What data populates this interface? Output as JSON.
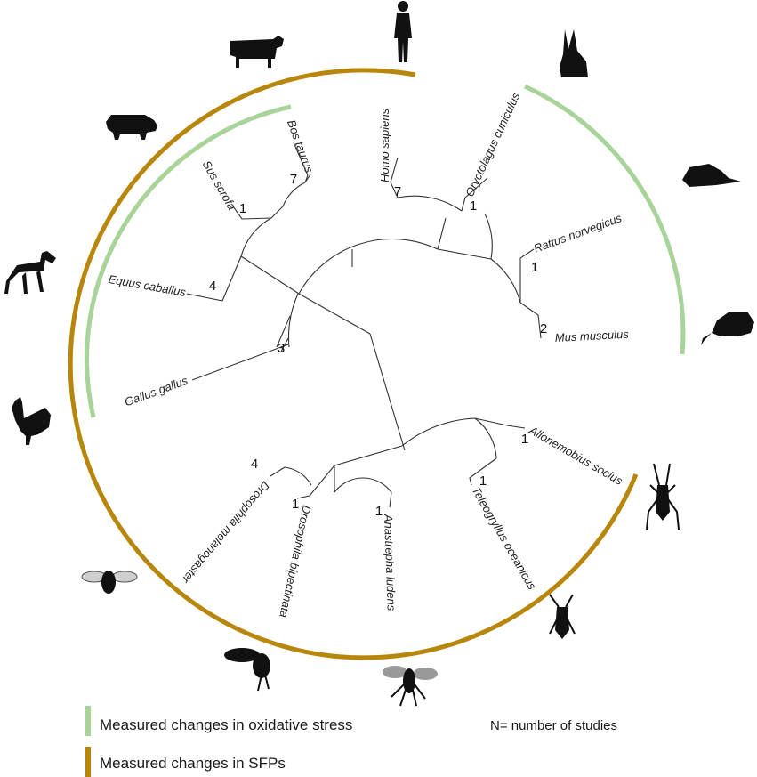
{
  "colors": {
    "oxidative_stress": "#a8d49a",
    "sfps": "#b8860b",
    "branch": "#333333",
    "silhouette": "#111111"
  },
  "species": [
    {
      "name": "Homo sapiens",
      "n": "7",
      "icon": "human-icon"
    },
    {
      "name": "Oryctolagus cuniculus",
      "n": "1",
      "icon": "rabbit-icon"
    },
    {
      "name": "Rattus norvegicus",
      "n": "1",
      "icon": "rat-icon"
    },
    {
      "name": "Mus musculus",
      "n": "2",
      "icon": "mouse-icon"
    },
    {
      "name": "Allonemobius socius",
      "n": "1",
      "icon": "cricket-icon"
    },
    {
      "name": "Teleogryllus oceanicus",
      "n": "1",
      "icon": "field-cricket-icon"
    },
    {
      "name": "Anastrepha ludens",
      "n": "1",
      "icon": "fruit-fly-icon"
    },
    {
      "name": "Drosophila bipectinata",
      "n": "1",
      "icon": "fly-icon"
    },
    {
      "name": "Drosophila melanogaster",
      "n": "4",
      "icon": "drosophila-icon"
    },
    {
      "name": "Gallus gallus",
      "n": "3",
      "icon": "rooster-icon"
    },
    {
      "name": "Equus caballus",
      "n": "4",
      "icon": "horse-icon"
    },
    {
      "name": "Sus scrofa",
      "n": "1",
      "icon": "pig-icon"
    },
    {
      "name": "Bos taurus",
      "n": "7",
      "icon": "cow-icon"
    }
  ],
  "legend": {
    "oxidative_label": "Measured changes in oxidative stress",
    "sfp_label": "Measured changes in SFPs",
    "note": "N= number of studies"
  }
}
